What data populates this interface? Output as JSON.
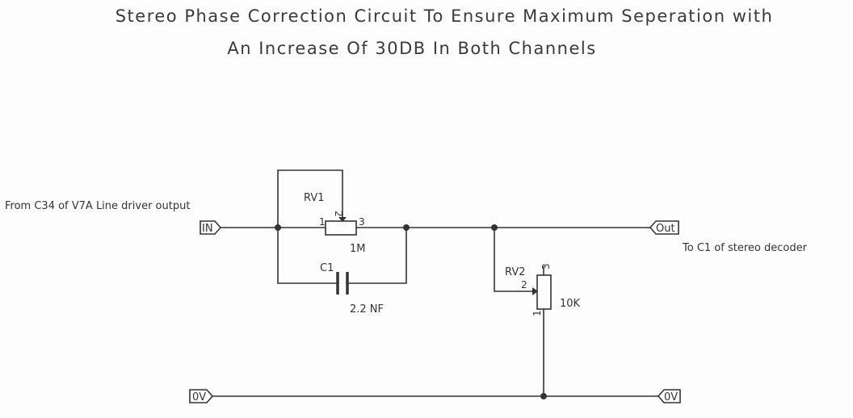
{
  "title": {
    "line1": "Stereo Phase Correction Circuit To Ensure Maximum Seperation with",
    "line2": "An Increase Of 30DB In Both Channels"
  },
  "annotations": {
    "source": "From C34 of V7A Line driver output",
    "destination": "To C1 of stereo decoder"
  },
  "ports": {
    "in": "IN",
    "out": "Out",
    "gnd_left": "0V",
    "gnd_right": "0V"
  },
  "components": {
    "rv1": {
      "ref": "RV1",
      "value": "1M",
      "pin1": "1",
      "pin2": "2",
      "pin3": "3"
    },
    "c1": {
      "ref": "C1",
      "value": "2.2 NF"
    },
    "rv2": {
      "ref": "RV2",
      "value": "10K",
      "pin1": "1",
      "pin2": "2",
      "pin3": "3"
    }
  }
}
